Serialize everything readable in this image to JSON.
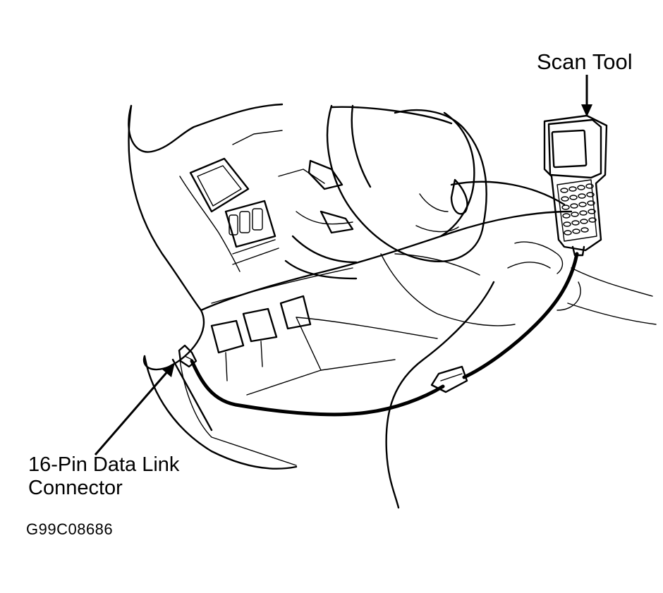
{
  "figure": {
    "callouts": {
      "scan_tool": "Scan Tool",
      "connector_line1": "16-Pin Data Link",
      "connector_line2": "Connector"
    },
    "figure_id": "G99C08686"
  },
  "colors": {
    "ink": "#000000",
    "background": "#ffffff"
  },
  "icons": [
    "scan-tool-icon",
    "data-link-connector-icon",
    "arrow-down-icon",
    "arrow-up-right-icon"
  ]
}
